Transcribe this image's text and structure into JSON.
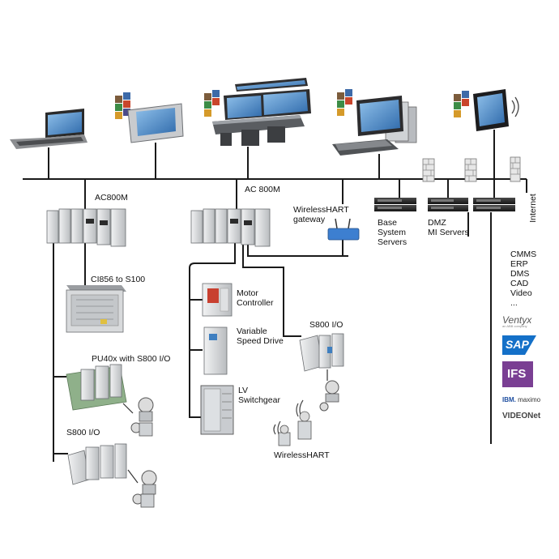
{
  "labels": {
    "ac800m_left": "AC800M",
    "ac800m_mid": "AC 800M",
    "wirelesshart_gateway_1": "WirelessHART",
    "wirelesshart_gateway_2": "gateway",
    "base_1": "Base",
    "base_2": "System",
    "base_3": "Servers",
    "dmz_1": "DMZ",
    "dmz_2": "MI Servers",
    "internet": "Internet",
    "ci856": "CI856 to S100",
    "motor_1": "Motor",
    "motor_2": "Controller",
    "vsd_1": "Variable",
    "vsd_2": "Speed Drive",
    "lv_1": "LV",
    "lv_2": "Switchgear",
    "pu40x": "PU40x with S800 I/O",
    "s800_right": "S800 I/O",
    "s800_bottom": "S800 I/O",
    "wirelesshart": "WirelessHART"
  },
  "apps": [
    "CMMS",
    "ERP",
    "DMS",
    "CAD",
    "Video",
    "..."
  ],
  "logos": {
    "ventyx": "Ventyx",
    "ventyx_sub": "an ABB company",
    "sap": "SAP",
    "ifs": "IFS",
    "ibm": "IBM.",
    "maximo": "maximo",
    "videonet": "VIDEONet"
  },
  "colors": {
    "line": "#1a1a1a",
    "device_gray": "#d9dadb",
    "screen_blue": "#3f7fc0",
    "modem_blue": "#3d7fd0",
    "sap_blue": "#1470c8",
    "ifs_purple": "#7a3f93",
    "server_dark": "#2b2b2b",
    "pcb_green": "#8fb08a"
  }
}
